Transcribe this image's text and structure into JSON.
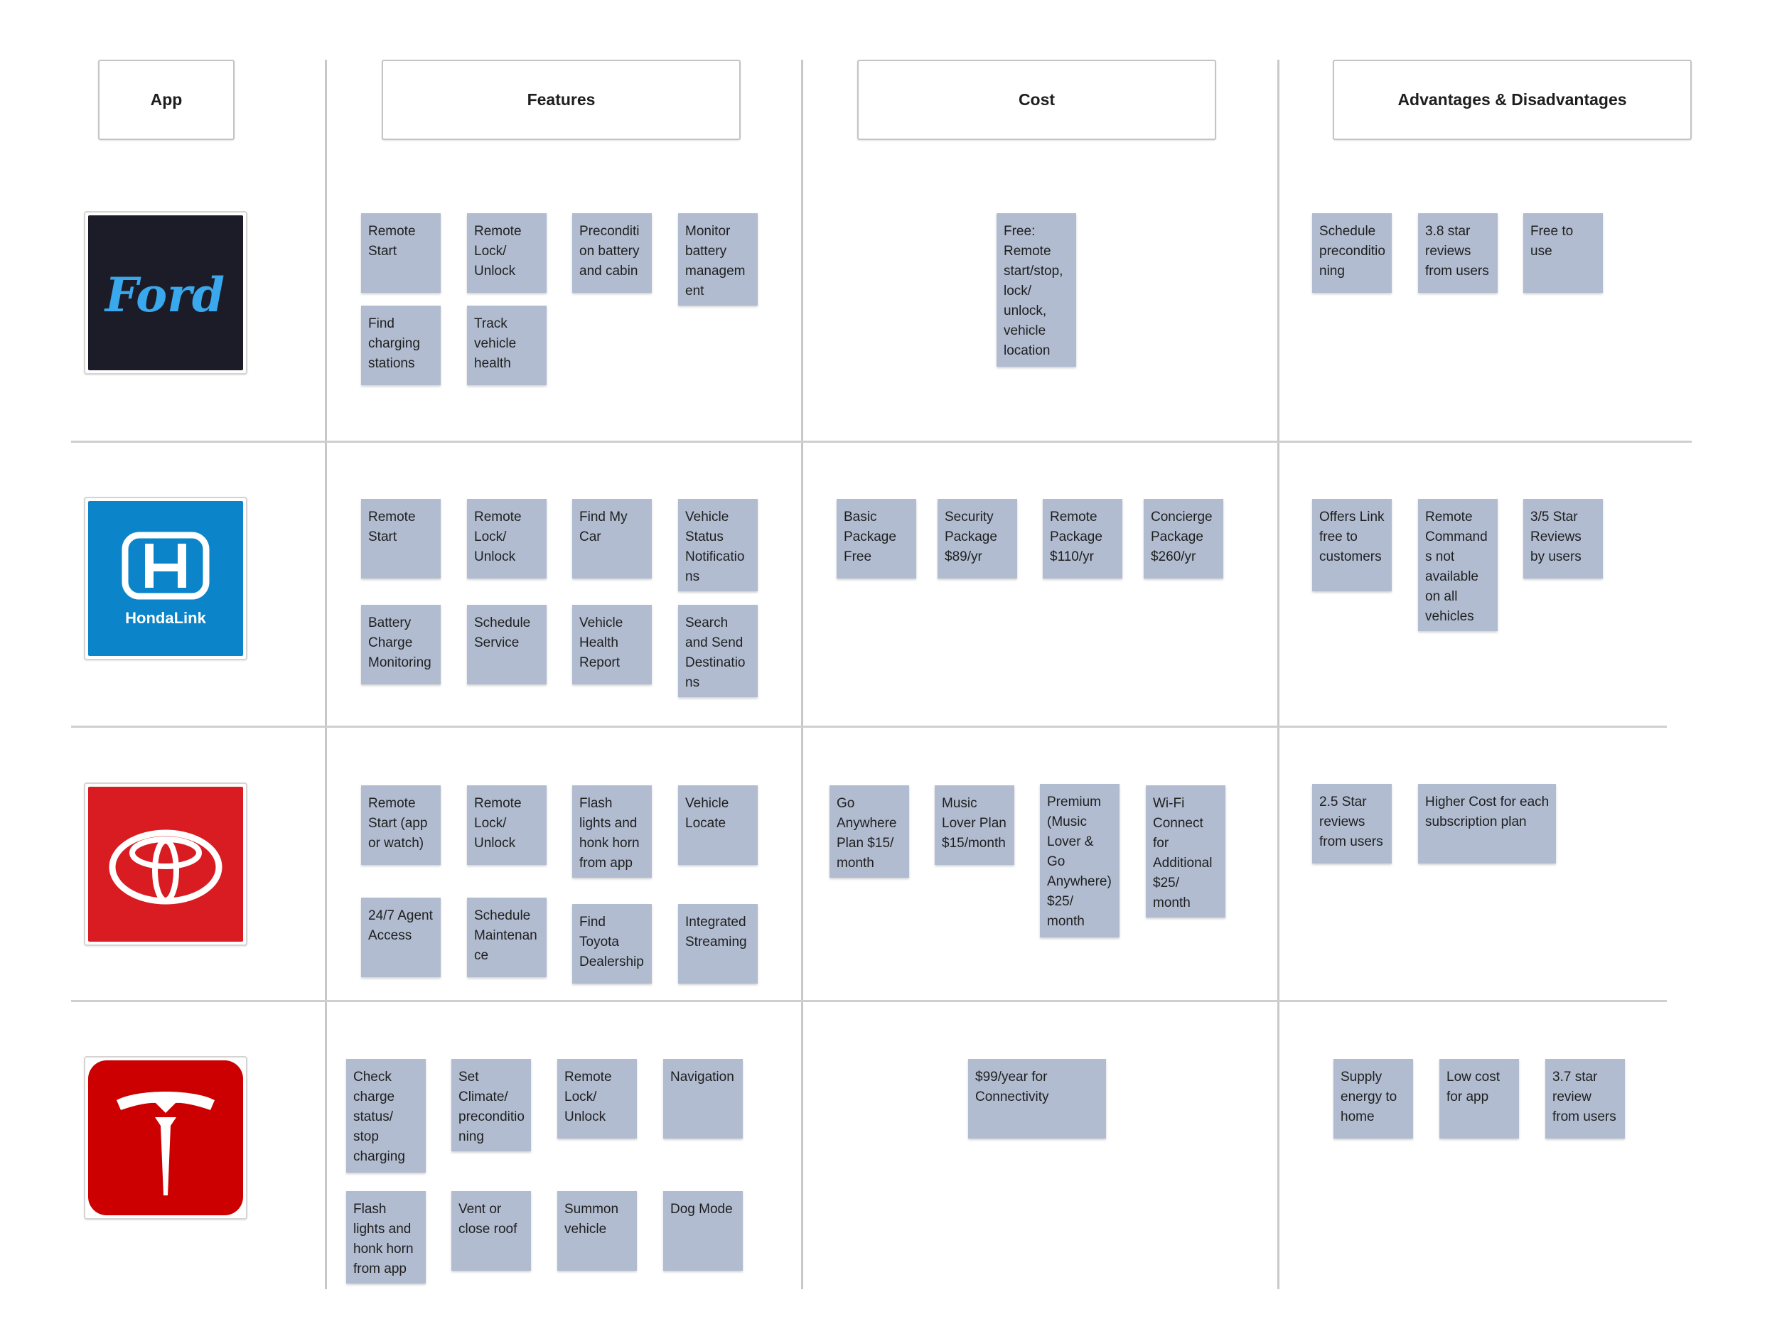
{
  "headers": {
    "app": "App",
    "features": "Features",
    "cost": "Cost",
    "advantages": "Advantages & Disadvantages"
  },
  "colors": {
    "sticky_note": "#b1bcd0",
    "ford_bg": "#1b1c28",
    "ford_text": "#3aa8ec",
    "honda_bg": "#0b84c9",
    "toyota_bg": "#d91c22",
    "tesla_bg": "#cc0000"
  },
  "logos": {
    "ford": {
      "text": "Ford",
      "icon": "ford-logo"
    },
    "honda": {
      "text": "HondaLink",
      "icon": "honda-logo"
    },
    "toyota": {
      "icon": "toyota-logo"
    },
    "tesla": {
      "icon": "tesla-logo"
    }
  },
  "rows": {
    "ford": {
      "features": [
        "Remote Start",
        "Remote Lock/ Unlock",
        "Precondition battery and cabin",
        "Monitor battery management",
        "Find charging stations",
        "Track vehicle health"
      ],
      "cost": [
        "Free: Remote start/stop, lock/ unlock, vehicle location"
      ],
      "advantages": [
        "Schedule preconditioning",
        "3.8 star reviews from users",
        "Free to use"
      ]
    },
    "honda": {
      "features": [
        "Remote Start",
        "Remote Lock/ Unlock",
        "Find My Car",
        "Vehicle Status Notifications",
        "Battery Charge Monitoring",
        "Schedule Service",
        "Vehicle Health Report",
        "Search and Send Destinations"
      ],
      "cost": [
        "Basic Package Free",
        "Security Package $89/yr",
        "Remote Package $110/yr",
        "Concierge Package $260/yr"
      ],
      "advantages": [
        "Offers Link free to customers",
        "Remote Commands not available on all vehicles",
        "3/5 Star Reviews by users"
      ]
    },
    "toyota": {
      "features": [
        "Remote Start (app or watch)",
        "Remote Lock/ Unlock",
        "Flash lights and honk horn from app",
        "Vehicle Locate",
        "24/7 Agent Access",
        "Schedule Maintenance",
        "Find Toyota Dealership",
        "Integrated Streaming"
      ],
      "cost": [
        "Go Anywhere Plan $15/ month",
        "Music Lover Plan $15/month",
        "Premium (Music Lover & Go Anywhere) $25/ month",
        "Wi-Fi Connect for Additional $25/ month"
      ],
      "advantages": [
        "2.5 Star reviews from users",
        "Higher Cost for each subscription plan"
      ]
    },
    "tesla": {
      "features": [
        "Check charge status/ stop charging",
        "Set Climate/ preconditioning",
        "Remote Lock/ Unlock",
        "Navigation",
        "Flash lights and honk horn from app",
        "Vent or close roof",
        "Summon vehicle",
        "Dog Mode"
      ],
      "cost": [
        "$99/year for Connectivity"
      ],
      "advantages": [
        "Supply energy to home",
        "Low cost for app",
        "3.7 star review from users"
      ]
    }
  }
}
